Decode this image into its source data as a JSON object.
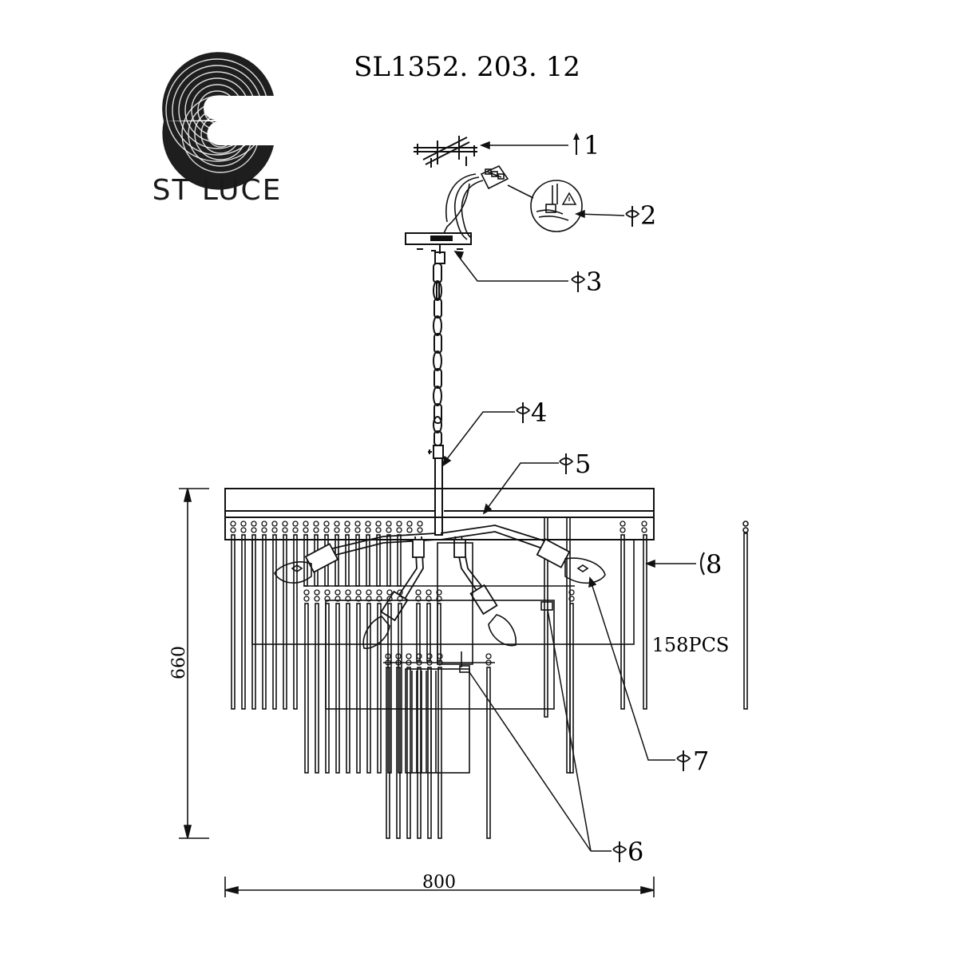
{
  "brand": {
    "name": "ST LUCE"
  },
  "model": {
    "code": "SL1352. 203. 12"
  },
  "dimensions": {
    "height": "660",
    "width": "800",
    "quantity": "158PCS"
  },
  "callouts": [
    {
      "id": "1",
      "label": "1"
    },
    {
      "id": "2",
      "label": "2"
    },
    {
      "id": "3",
      "label": "3"
    },
    {
      "id": "4",
      "label": "4"
    },
    {
      "id": "5",
      "label": "5"
    },
    {
      "id": "6",
      "label": "6"
    },
    {
      "id": "7",
      "label": "7"
    },
    {
      "id": "8",
      "label": "8"
    }
  ],
  "colors": {
    "line": "#111111",
    "logo": "#1a1a1a"
  }
}
